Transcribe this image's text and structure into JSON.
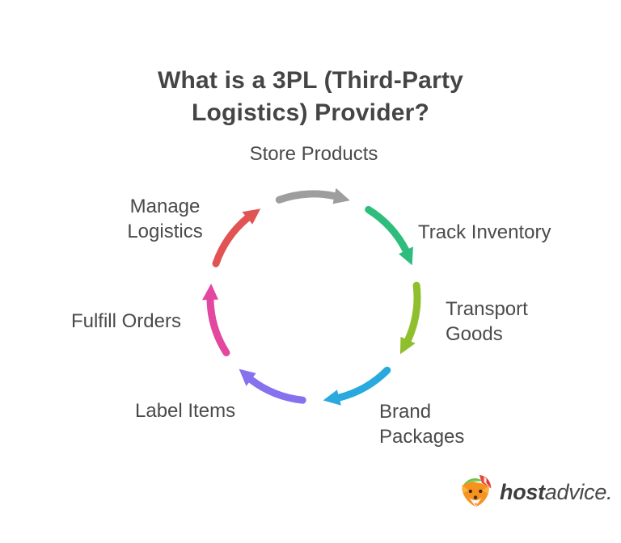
{
  "title": "What is a 3PL (Third-Party Logistics) Provider?",
  "diagram": {
    "steps": [
      {
        "label": "Store Products",
        "color": "#9e9e9e"
      },
      {
        "label": "Track Inventory",
        "color": "#2ebd7d"
      },
      {
        "label": "Transport Goods",
        "color": "#90bf2d"
      },
      {
        "label": "Brand Packages",
        "color": "#29a9de"
      },
      {
        "label": "Label Items",
        "color": "#8671ee"
      },
      {
        "label": "Fulfill Orders",
        "color": "#e2489f"
      },
      {
        "label": "Manage Logistics",
        "color": "#e15454"
      }
    ]
  },
  "logo": {
    "brand_bold": "host",
    "brand_rest": "advice.",
    "icon": "fox-mascot-icon"
  },
  "colors": {
    "background": "#ffffff",
    "title_text": "#454545",
    "label_text": "#4a4a4a"
  }
}
